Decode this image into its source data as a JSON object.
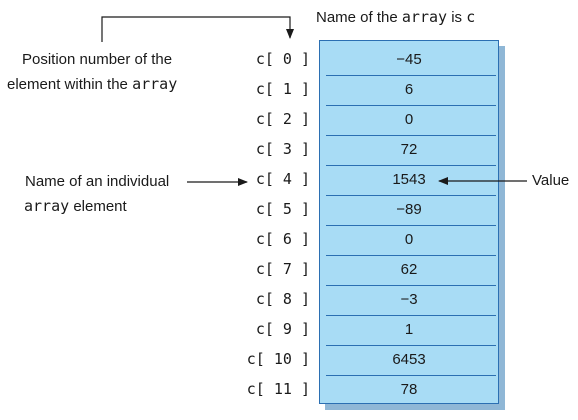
{
  "title_prefix": "Name of the ",
  "title_code": "array",
  "title_mid": " is ",
  "title_var": "c",
  "position_label_line1": "Position number of the",
  "position_label_line2_prefix": "element within the ",
  "position_label_line2_code": "array",
  "name_label_line1": "Name of an individual",
  "name_label_line2_code": "array",
  "name_label_line2_suffix": " element",
  "value_label": "Value",
  "indices": [
    "c[ 0 ]",
    "c[ 1 ]",
    "c[ 2 ]",
    "c[ 3 ]",
    "c[ 4 ]",
    "c[ 5 ]",
    "c[ 6 ]",
    "c[ 7 ]",
    "c[ 8 ]",
    "c[ 9 ]",
    "c[ 10 ]",
    "c[ 11 ]"
  ],
  "values": [
    "-45",
    "6",
    "0",
    "72",
    "1543",
    "-89",
    "0",
    "62",
    "-3",
    "1",
    "6453",
    "78"
  ],
  "colors": {
    "cell_fill": "#a8dcf5",
    "cell_border": "#2b6fb2",
    "shadow": "#8fb7d6"
  }
}
